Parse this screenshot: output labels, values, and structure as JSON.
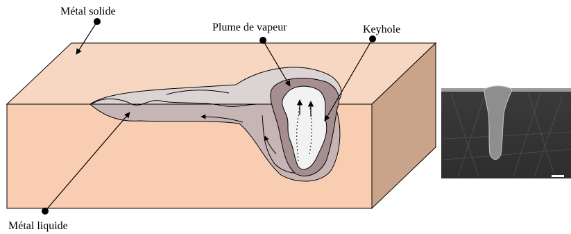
{
  "labels": {
    "solid_metal": "Métal solide",
    "vapor_plume": "Plume de vapeur",
    "keyhole": "Keyhole",
    "liquid_metal": "Métal liquide"
  },
  "colors": {
    "block_top": "#f7d7c1",
    "block_front": "#f8cdb1",
    "block_side": "#c9a48a",
    "melt_pool": "#c7b5b6",
    "melt_pool_top": "#dcd3d4",
    "keyhole_wall": "#a58d90",
    "vapor_plume": "#f2f2f2",
    "outline": "#000000"
  }
}
